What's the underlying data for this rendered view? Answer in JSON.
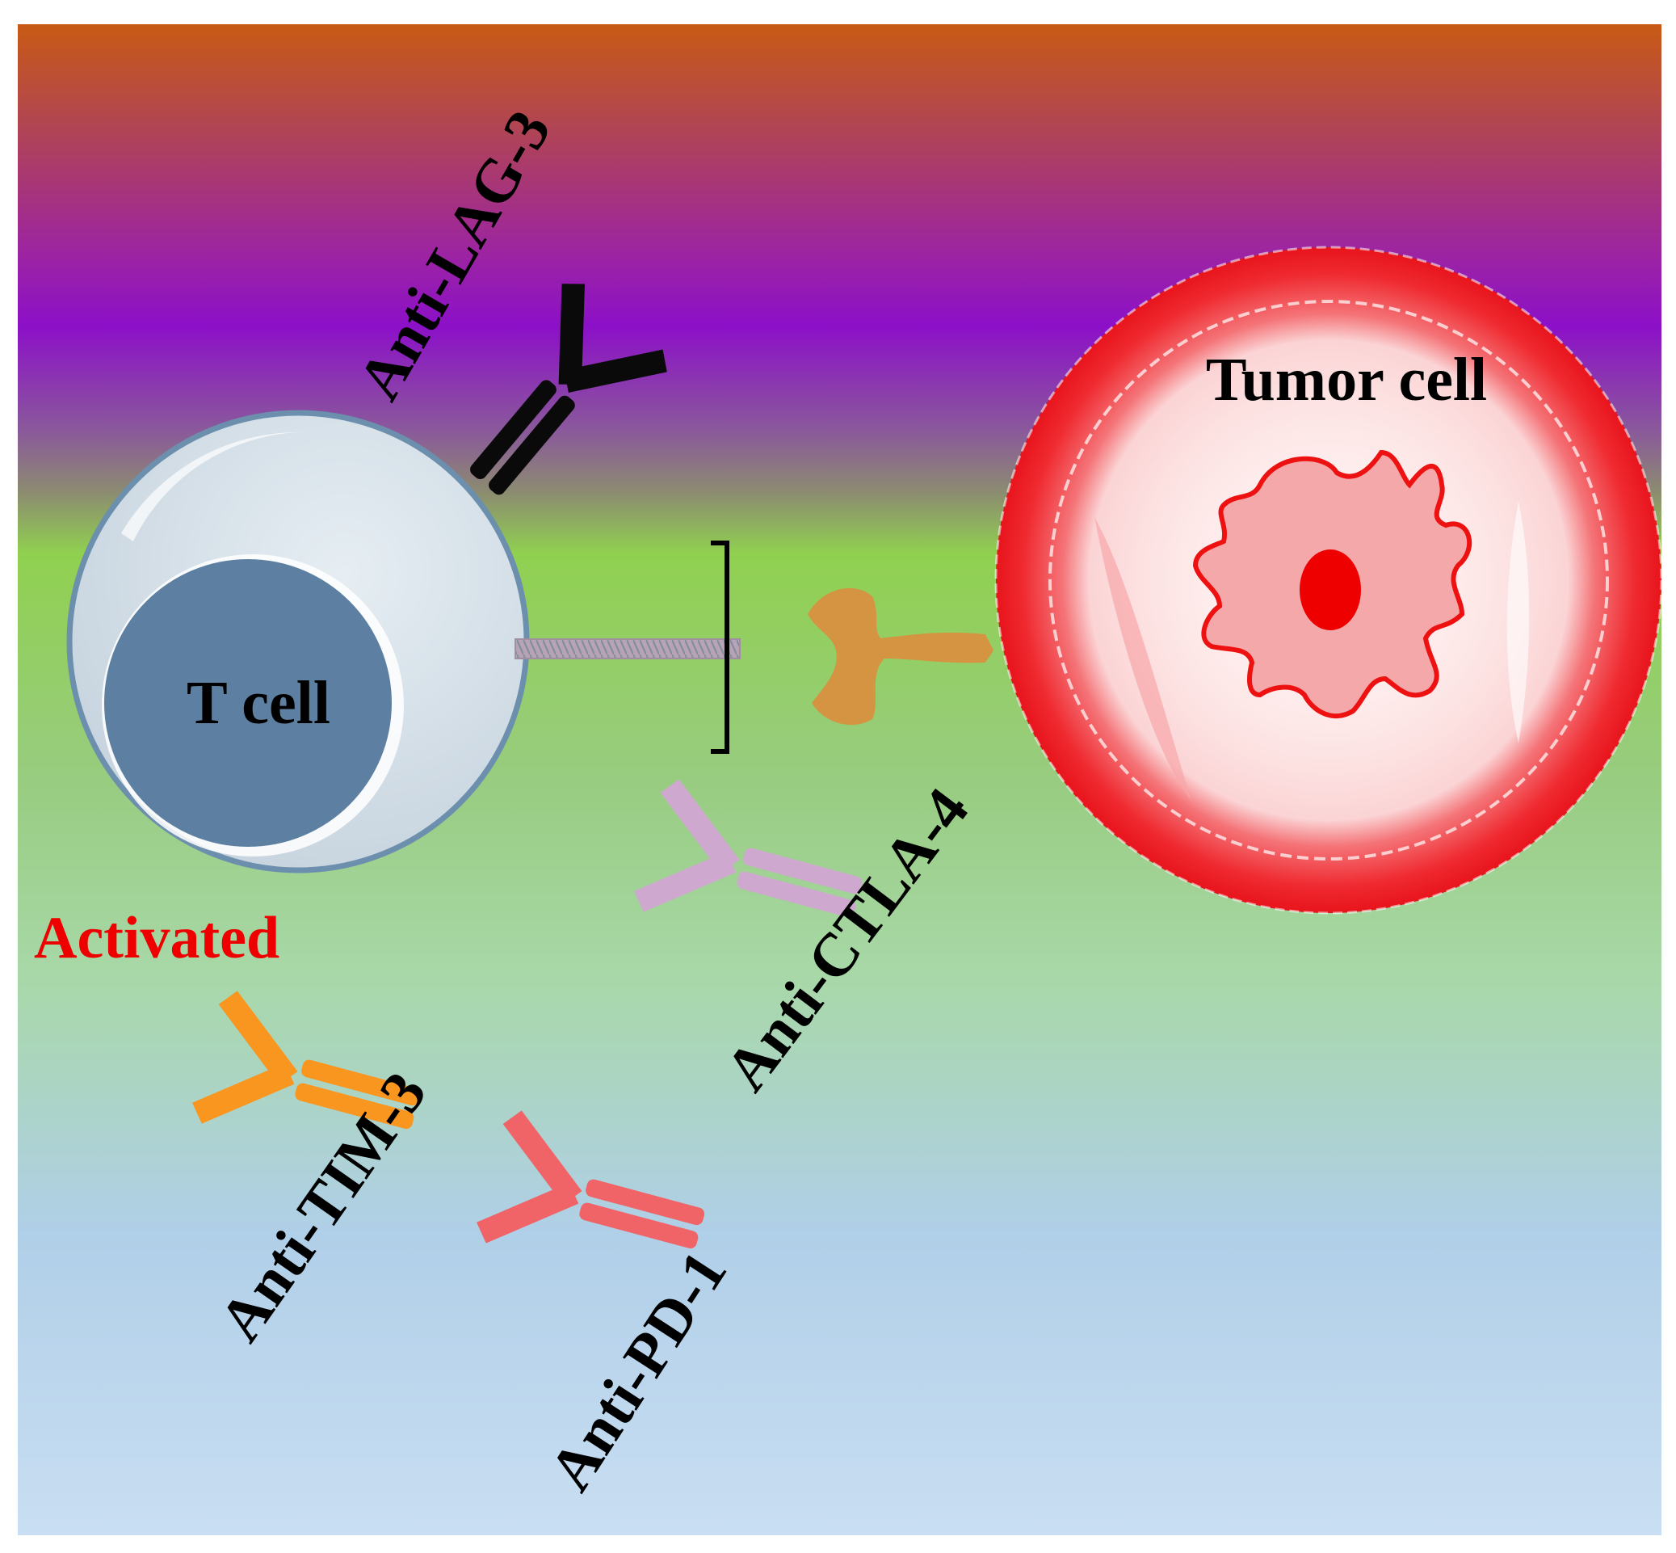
{
  "labels": {
    "t_cell": "T cell",
    "tumor_cell": "Tumor cell",
    "activated": "Activated",
    "anti_lag3": "Anti-LAG-3",
    "anti_ctla4": "Anti-CTLA-4",
    "anti_tim3": "Anti-TIM-3",
    "anti_pd1": "Anti-PD-1"
  },
  "colors": {
    "background_gradient": [
      "#c85a14",
      "#8c10c8",
      "#90d050",
      "#a8d8a8",
      "#b4d4ee",
      "#cadff2"
    ],
    "t_cell_body": "#cfdae3",
    "t_cell_nucleus": "#5d80a2",
    "tumor_cell": "#ef1c24",
    "tumor_nucleus": "#f5a8aa",
    "tumor_nucleolus": "#ee0000",
    "anti_lag3": "#0a0a0a",
    "anti_ctla4": "#cfa8cf",
    "anti_tim3": "#f99620",
    "anti_pd1": "#f06468",
    "ligand": "#d59442",
    "activated_text": "#ee0000",
    "text": "#000000"
  },
  "icons": [
    "antibody-anti-lag3-icon",
    "antibody-anti-ctla4-icon",
    "antibody-anti-tim3-icon",
    "antibody-anti-pd1-icon",
    "ligand-icon"
  ]
}
